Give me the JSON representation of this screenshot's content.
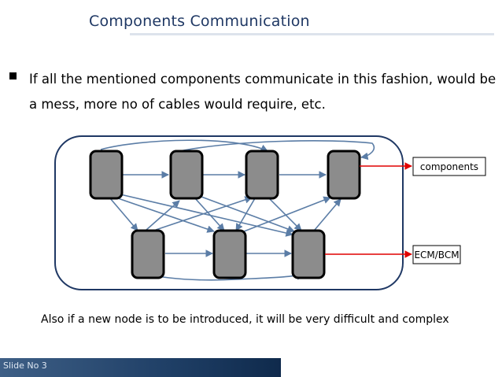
{
  "slide": {
    "title": "Components Communication",
    "bullet": "If all the mentioned components communicate in this fashion, would be a mess, more no of cables would require, etc.",
    "footnote": "Also if a new node is to be introduced, it will be very difficult and complex",
    "footer_label": "Slide No 3"
  },
  "diagram": {
    "label_components": "components",
    "label_ecm": "ECM/BCM",
    "colors": {
      "node_fill": "#8c8c8c",
      "node_stroke": "#000000",
      "arrow": "#5b7da6",
      "callout_arrow": "#e00000",
      "container_stroke": "#1f3864"
    }
  }
}
